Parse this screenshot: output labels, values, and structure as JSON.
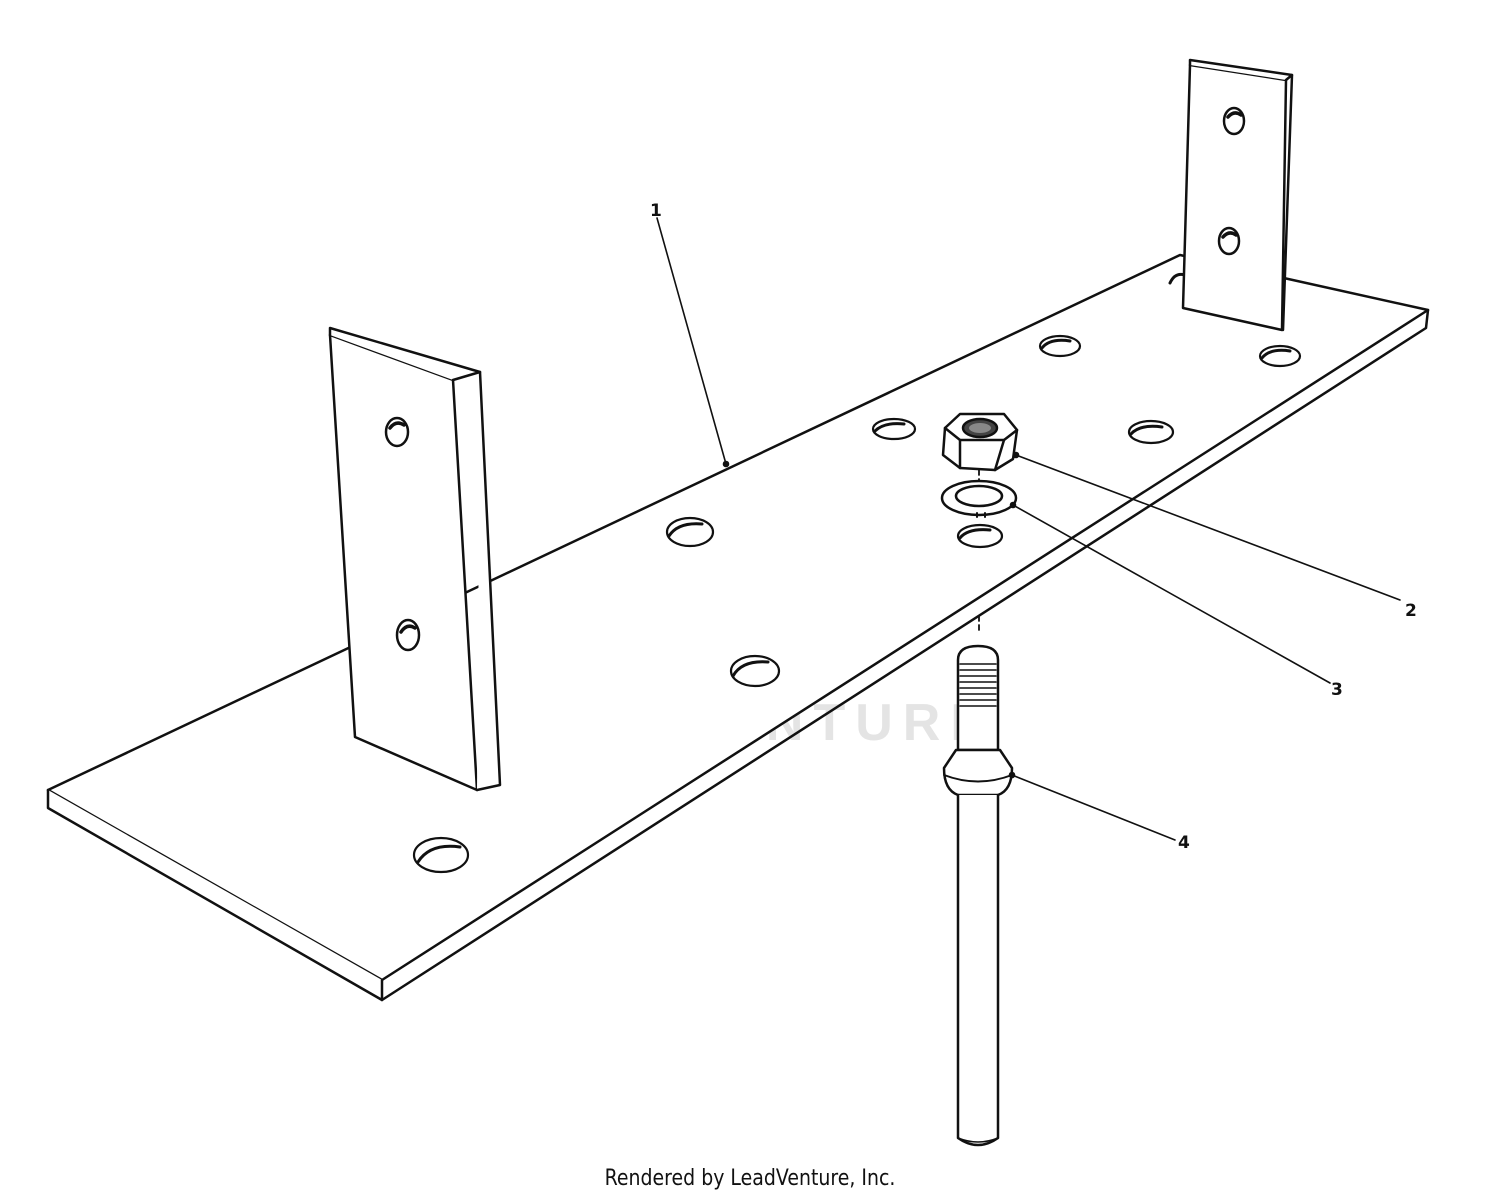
{
  "callouts": [
    {
      "id": "1",
      "label": "1"
    },
    {
      "id": "2",
      "label": "2"
    },
    {
      "id": "3",
      "label": "3"
    },
    {
      "id": "4",
      "label": "4"
    }
  ],
  "watermark": {
    "text": "LEADVENTURE"
  },
  "footer": {
    "text": "Rendered by LeadVenture, Inc."
  }
}
